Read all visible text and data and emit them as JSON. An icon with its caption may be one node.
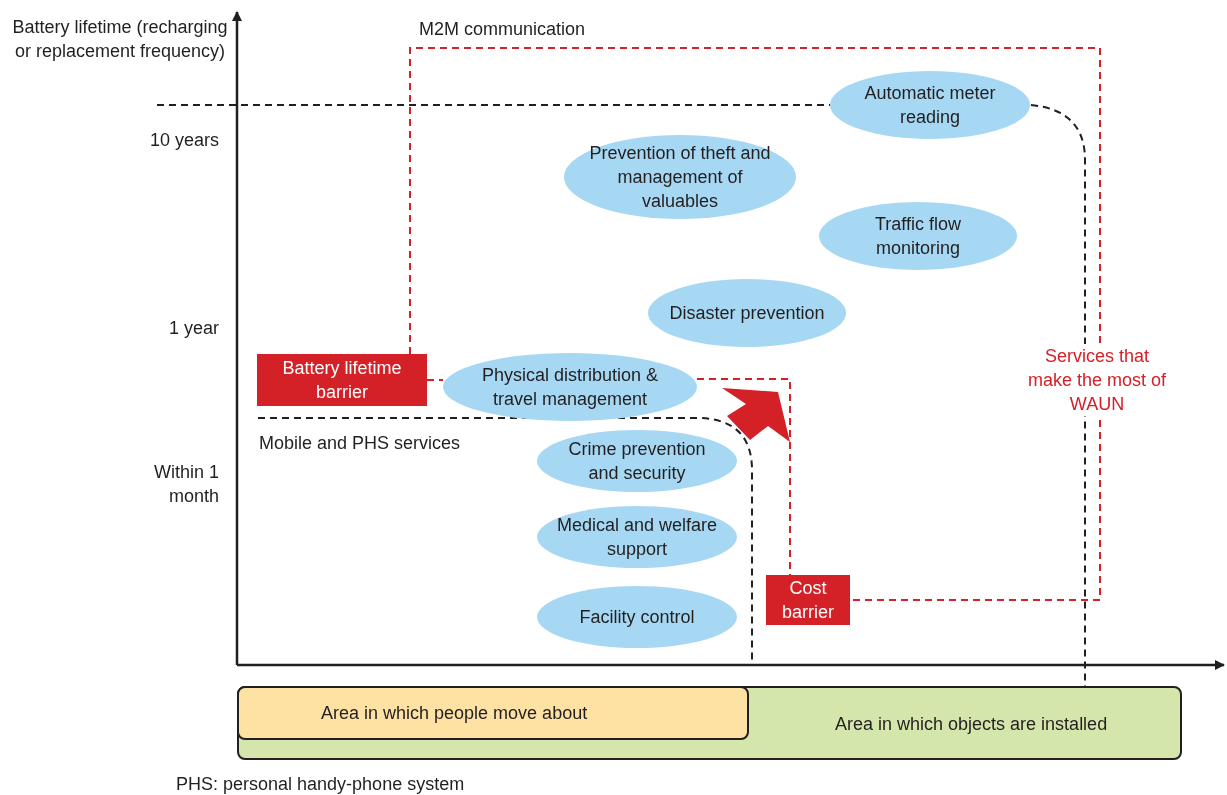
{
  "diagram": {
    "nodes": [
      {
        "text": [
          "Automatic meter reading"
        ]
      },
      {
        "text": [
          "Prevention of theft and management of valuables"
        ]
      },
      {
        "text": [
          "Traffic flow monitoring"
        ]
      },
      {
        "text": [
          "Disaster prevention"
        ]
      },
      {
        "text": [
          "Battery lifetime barrier"
        ]
      },
      {
        "text": [
          "Physical distribution & travel management"
        ]
      },
      {
        "text": [
          "Crime prevention and security"
        ]
      },
      {
        "text": [
          "Medical and welfare support"
        ]
      },
      {
        "text": [
          "Cost barrier"
        ]
      },
      {
        "text": [
          "Facility control"
        ]
      },
      {
        "text": [
          "Area in which objects are installed"
        ]
      },
      {
        "text": [
          "Area in which people move about"
        ],
        "in": 10
      }
    ],
    "labels": [
      "Battery lifetime (recharging or replacement frequency)",
      "M2M communication",
      "10 years",
      "1 year",
      "Services that make the most of WAUN",
      "Mobile and PHS services",
      "Within 1 month",
      "PHS: personal handy-phone system"
    ]
  }
}
